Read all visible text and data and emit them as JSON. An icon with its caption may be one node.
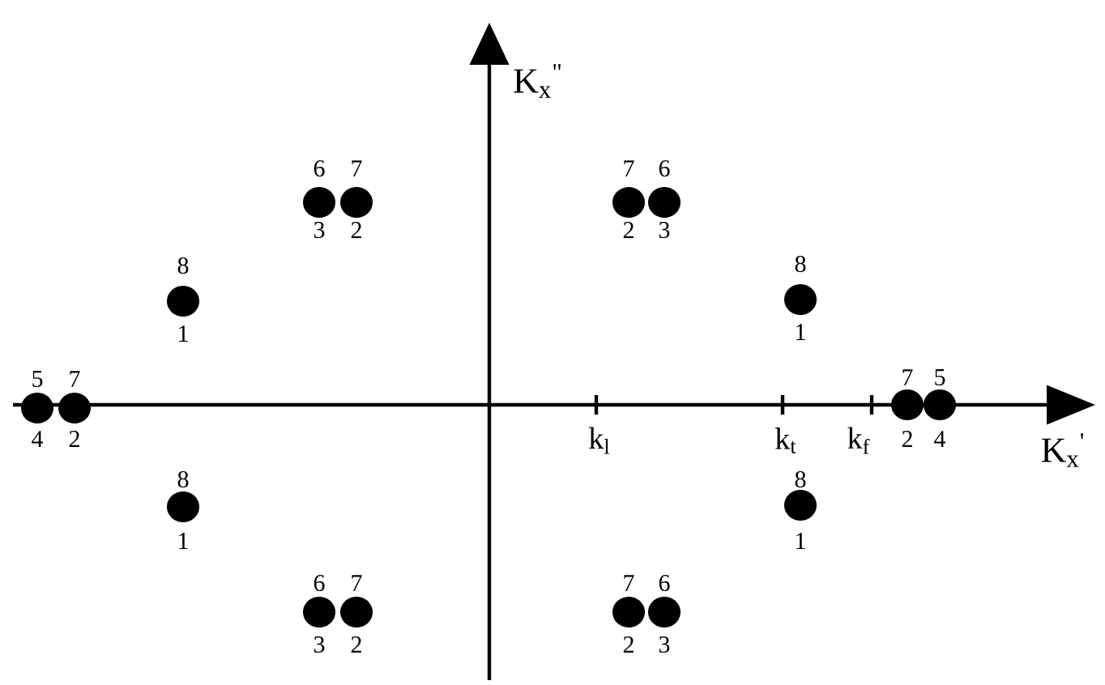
{
  "diagram": {
    "labels": [
      "K$_{x}$$^{\"}$",
      "6",
      "7",
      "7",
      "6",
      "3",
      "2",
      "2",
      "3",
      "8",
      "8",
      "1",
      "1",
      "5",
      "7",
      "7",
      "5",
      "4",
      "2",
      "k$_{l}$",
      "k$_{t}$",
      "k$_{f}$",
      "2",
      "4",
      "K$_{x}$$^{'}$",
      "8",
      "8",
      "1",
      "1",
      "6",
      "7",
      "7",
      "6",
      "3",
      "2",
      "2",
      "3"
    ]
  }
}
